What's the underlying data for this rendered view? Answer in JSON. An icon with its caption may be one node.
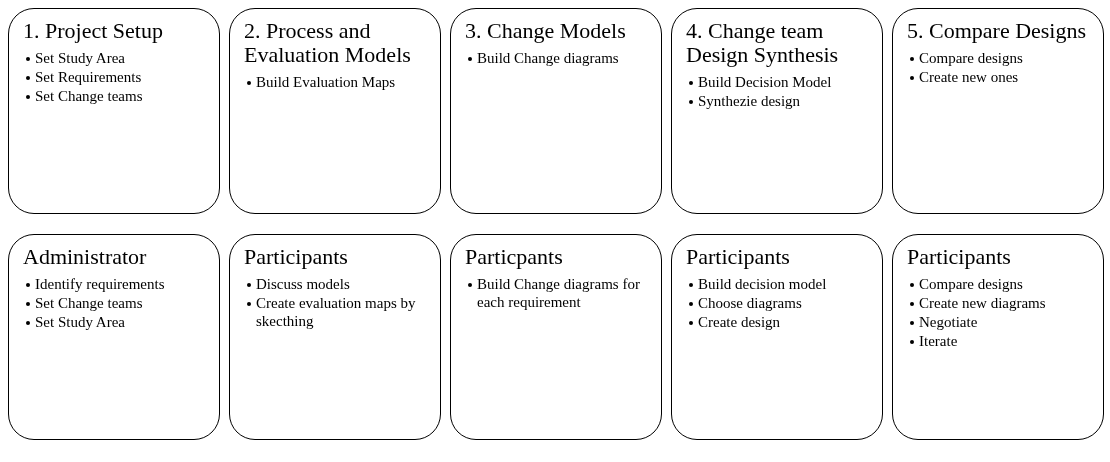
{
  "diagram": {
    "nodes": [
      {
        "text": [
          "1. Project Setup",
          "Set Study Area",
          "Set Requirements",
          "Set Change teams"
        ]
      },
      {
        "text": [
          "2. Process and Evaluation Models",
          "Build Evaluation Maps"
        ]
      },
      {
        "text": [
          "3. Change Models",
          "Build Change diagrams"
        ]
      },
      {
        "text": [
          "4. Change team Design Synthesis",
          "Build Decision Model",
          "Synthezie design"
        ]
      },
      {
        "text": [
          "5. Compare Designs",
          "Compare designs",
          "Create new ones"
        ]
      },
      {
        "text": [
          "Administrator",
          "Identify requirements",
          "Set Change teams",
          "Set Study Area"
        ]
      },
      {
        "text": [
          "Participants",
          "Discuss models",
          "Create evaluation maps by skecthing"
        ]
      },
      {
        "text": [
          "Particpants",
          "Build Change diagrams for each requirement"
        ]
      },
      {
        "text": [
          "Participants",
          "Build decision model",
          "Choose diagrams",
          "Create design"
        ]
      },
      {
        "text": [
          "Participants",
          "Compare designs",
          "Create new diagrams",
          "Negotiate",
          "Iterate"
        ]
      }
    ]
  }
}
